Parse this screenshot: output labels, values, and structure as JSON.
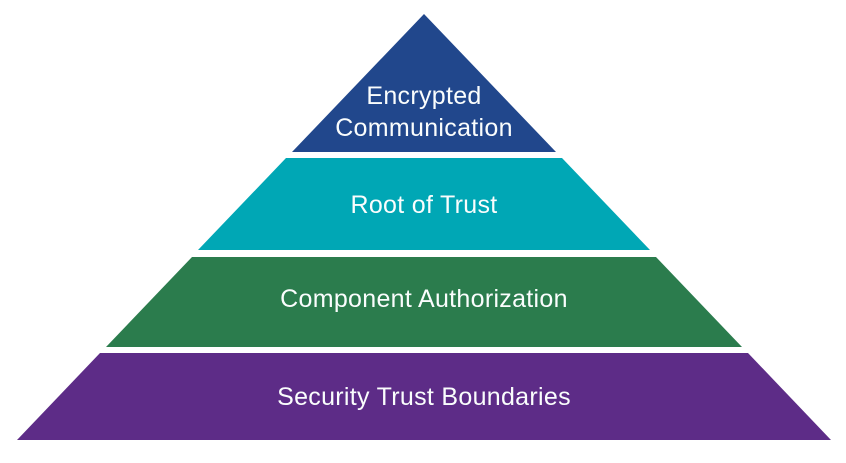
{
  "diagram": {
    "type": "pyramid",
    "levels_count": 4,
    "text_color": "#fafdfd",
    "background_color": "#ffffff",
    "layers": [
      {
        "label": "Encrypted Communication",
        "line1": "Encrypted",
        "line2": "Communication",
        "color": "#21478c",
        "position": "top"
      },
      {
        "label": "Root of Trust",
        "color": "#00a7b5",
        "position": "second"
      },
      {
        "label": "Component Authorization",
        "color": "#2b7c4d",
        "position": "third"
      },
      {
        "label": "Security Trust Boundaries",
        "color": "#5d2c87",
        "position": "bottom"
      }
    ]
  }
}
